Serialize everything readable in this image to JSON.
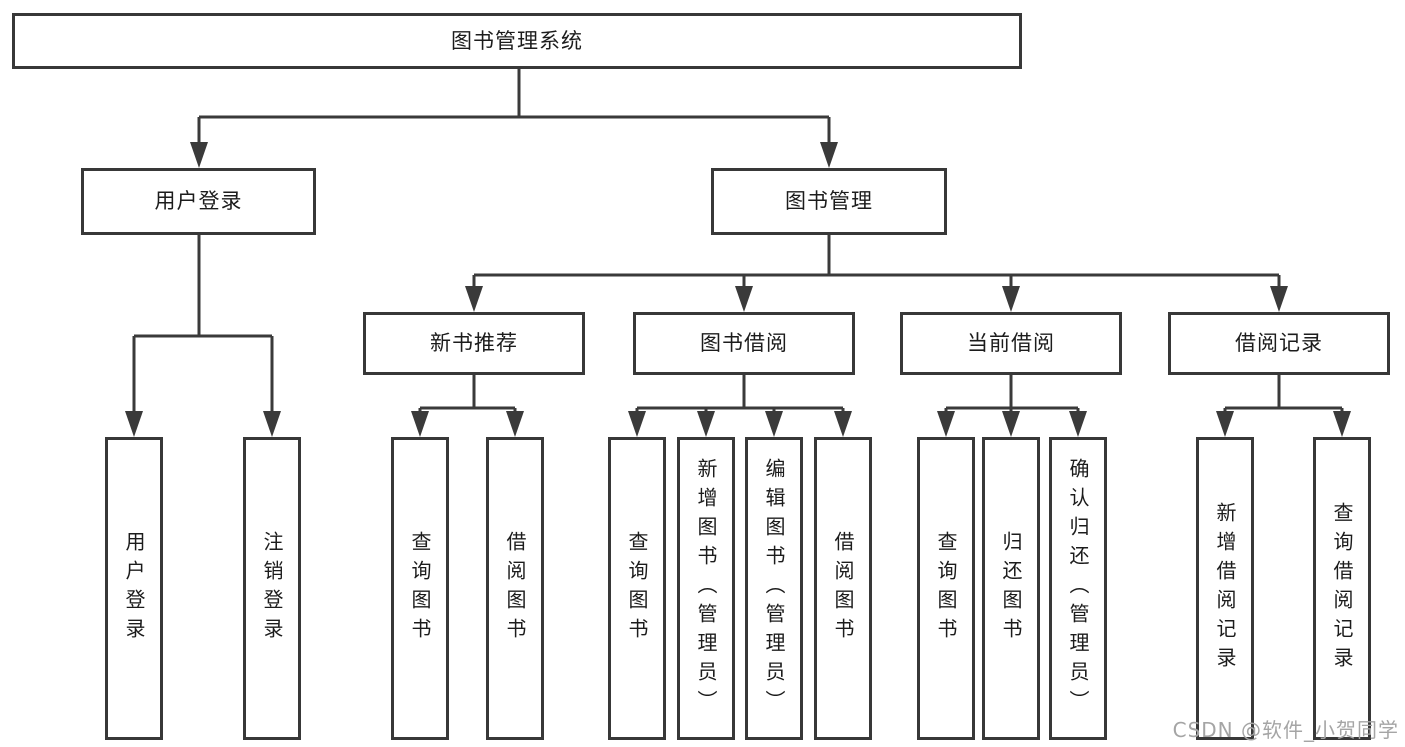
{
  "colors": {
    "line": "#3a3a3a",
    "box_border": "#383838",
    "text": "#1c1c1c",
    "watermark": "#a5a5a5",
    "background": "#ffffff"
  },
  "nodes": {
    "root": {
      "label": "图书管理系统"
    },
    "level2": [
      {
        "label": "用户登录"
      },
      {
        "label": "图书管理"
      }
    ],
    "level3": [
      {
        "label": "新书推荐"
      },
      {
        "label": "图书借阅"
      },
      {
        "label": "当前借阅"
      },
      {
        "label": "借阅记录"
      }
    ],
    "leaves": {
      "user_login": [
        {
          "label": "用户登录"
        },
        {
          "label": "注销登录"
        }
      ],
      "new_book": [
        {
          "label": "查询图书"
        },
        {
          "label": "借阅图书"
        }
      ],
      "book_borrow": [
        {
          "label": "查询图书"
        },
        {
          "label": "新增图书（管理员）"
        },
        {
          "label": "编辑图书（管理员）"
        },
        {
          "label": "借阅图书"
        }
      ],
      "current_borrow": [
        {
          "label": "查询图书"
        },
        {
          "label": "归还图书"
        },
        {
          "label": "确认归还（管理员）"
        }
      ],
      "borrow_record": [
        {
          "label": "新增借阅记录"
        },
        {
          "label": "查询借阅记录"
        }
      ]
    }
  },
  "watermark": "CSDN @软件_小贺同学"
}
